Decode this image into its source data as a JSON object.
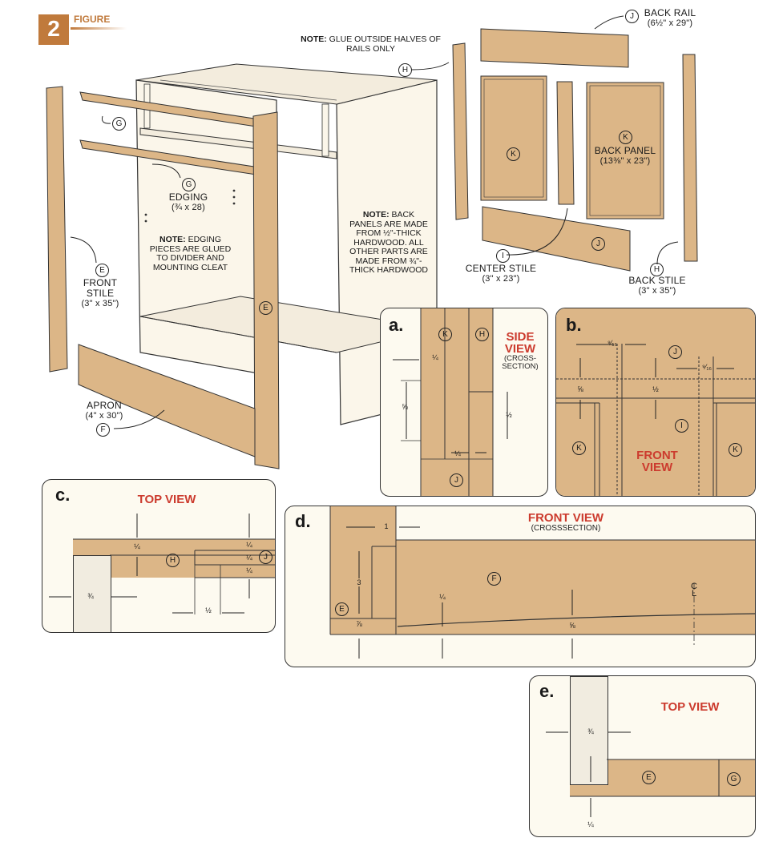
{
  "figure": {
    "number": "2",
    "label": "FIGURE"
  },
  "notes": {
    "glue": {
      "title": "NOTE:",
      "body": "GLUE OUTSIDE HALVES OF RAILS ONLY"
    },
    "edging": {
      "title": "NOTE:",
      "body": "EDGING PIECES ARE GLUED TO DIVIDER AND MOUNTING CLEAT"
    },
    "back": {
      "title": "NOTE:",
      "body": "BACK PANELS ARE MADE FROM ½\"-THICK HARDWOOD. ALL OTHER PARTS ARE MADE FROM ¾\"-THICK HARDWOOD"
    }
  },
  "parts": {
    "edging": {
      "name": "EDGING",
      "dim": "(¾ x 28)",
      "key": "G"
    },
    "front_stile": {
      "name": "FRONT STILE",
      "dim": "(3\" x 35\")",
      "key": "E"
    },
    "apron": {
      "name": "APRON",
      "dim": "(4\" x 30\")",
      "key": "F"
    },
    "back_rail": {
      "name": "BACK RAIL",
      "dim": "(6½\" x 29\")",
      "key": "J"
    },
    "back_panel": {
      "name": "BACK PANEL",
      "dim": "(13⅜\" x 23\")",
      "key": "K"
    },
    "center_stile": {
      "name": "CENTER STILE",
      "dim": "(3\" x 23\")",
      "key": "I"
    },
    "back_stile": {
      "name": "BACK STILE",
      "dim": "(3\" x 35\")",
      "key": "H"
    }
  },
  "keys": {
    "E": "E",
    "F": "F",
    "G": "G",
    "H": "H",
    "I": "I",
    "J": "J",
    "K": "K"
  },
  "details": {
    "a": {
      "letter": "a.",
      "title": "SIDE VIEW",
      "subtitle": "(CROSS-SECTION)",
      "dims": {
        "top": "¼",
        "left": "⅝",
        "right": "½",
        "bottom": "¼"
      }
    },
    "b": {
      "letter": "b.",
      "title": "FRONT VIEW",
      "dims": {
        "left_gap": "⁹⁄₁₆",
        "right_gap": "⁹⁄₁₆",
        "left": "⅝",
        "center": "½"
      }
    },
    "c": {
      "letter": "c.",
      "title": "TOP VIEW",
      "dims": {
        "top": "¼",
        "r1": "¼",
        "r2": "¼",
        "r3": "¼",
        "width": "¾",
        "bottom": "½"
      }
    },
    "d": {
      "letter": "d.",
      "title": "FRONT VIEW",
      "subtitle": "(CROSSSECTION)",
      "dims": {
        "top": "1",
        "height": "3",
        "bottom_left": "⅞",
        "mid": "¼",
        "right": "⅝",
        "centerline": "C\nL"
      }
    },
    "e": {
      "letter": "e.",
      "title": "TOP VIEW",
      "dims": {
        "width": "¾",
        "bottom": "¼"
      }
    }
  }
}
